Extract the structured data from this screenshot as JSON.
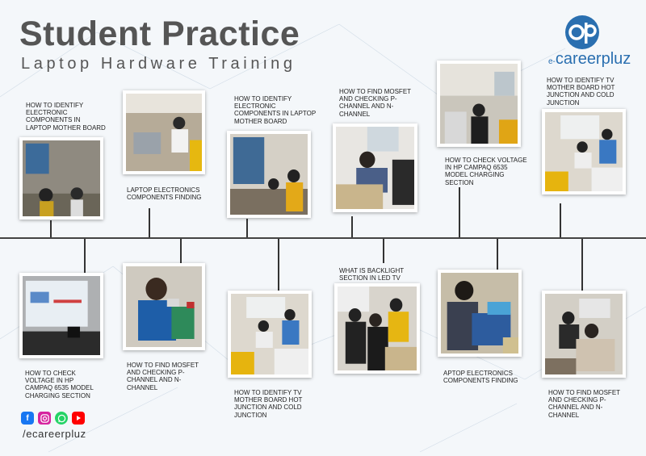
{
  "header": {
    "title": "Student Practice",
    "subtitle": "Laptop Hardware Training"
  },
  "brand": {
    "logo_prefix": "e-",
    "logo_name": "careerpluz",
    "logo_mark": "cp",
    "color": "#2a6fb0"
  },
  "captions": {
    "t1": "HOW TO IDENTIFY ELECTRONIC COMPONENTS IN LAPTOP MOTHER BOARD",
    "t2": "LAPTOP ELECTRONICS COMPONENTS FINDING",
    "t3": "HOW TO IDENTIFY ELECTRONIC COMPONENTS IN LAPTOP MOTHER BOARD",
    "t4": "HOW TO FIND MOSFET AND CHECKING P-CHANNEL AND N-CHANNEL",
    "t5": "HOW TO CHECK VOLTAGE IN HP CAMPAQ 6535 MODEL CHARGING SECTION",
    "t6": "HOW TO IDENTIFY TV MOTHER BOARD HOT JUNCTION AND COLD JUNCTION",
    "b1": "HOW TO CHECK VOLTAGE IN HP CAMPAQ 6535 MODEL CHARGING SECTION",
    "b2": "HOW TO FIND MOSFET AND CHECKING P-CHANNEL AND N-CHANNEL",
    "b3": "HOW TO IDENTIFY TV MOTHER BOARD HOT JUNCTION AND COLD JUNCTION",
    "b4": "WHAT IS BACKLIGHT SECTION IN LED TV",
    "b5": "APTOP ELECTRONICS COMPONENTS FINDING",
    "b6": "HOW TO FIND MOSFET AND CHECKING P-CHANNEL AND N-CHANNEL"
  },
  "social": {
    "icons": [
      "facebook-icon",
      "instagram-icon",
      "whatsapp-icon",
      "youtube-icon"
    ],
    "colors": [
      "#1877f2",
      "#d6249f",
      "#25d366",
      "#ff0000"
    ],
    "handle": "/ecareerpluz"
  }
}
